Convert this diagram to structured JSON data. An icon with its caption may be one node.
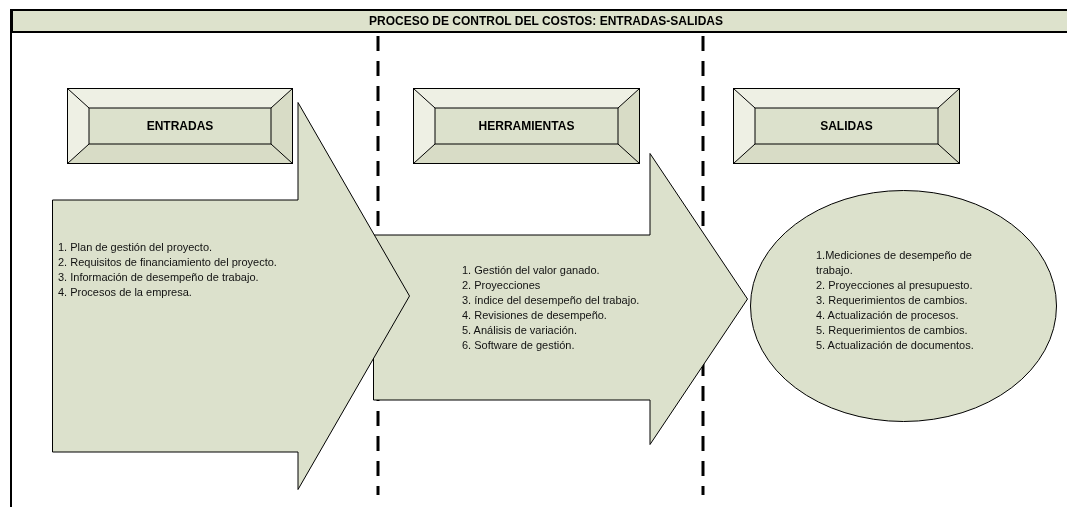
{
  "diagram": {
    "title": "PROCESO DE CONTROL DEL COSTOS: ENTRADAS-SALIDAS",
    "nodes": [
      {
        "text": [
          "ENTRADAS"
        ]
      },
      {
        "text": [
          "HERRAMIENTAS"
        ]
      },
      {
        "text": [
          "SALIDAS"
        ]
      },
      {
        "text": [
          "1. Plan de gestión del proyecto.",
          "2. Requisitos de financiamiento del proyecto.",
          "3. Información de desempeño de trabajo.",
          "4. Procesos de la empresa."
        ]
      },
      {
        "text": [
          "1. Gestión del valor ganado.",
          "2. Proyecciones",
          "3. índice del desempeño del trabajo.",
          "4. Revisiones de desempeño.",
          "5. Análisis de variación.",
          "6. Software de gestión."
        ]
      },
      {
        "text": [
          "1.Mediciones de desempeño de trabajo.",
          "2. Proyecciones al presupuesto.",
          "3. Requerimientos de cambios.",
          "4. Actualización de procesos.",
          "5. Requerimientos de cambios.",
          "5. Actualización de documentos."
        ]
      }
    ]
  }
}
